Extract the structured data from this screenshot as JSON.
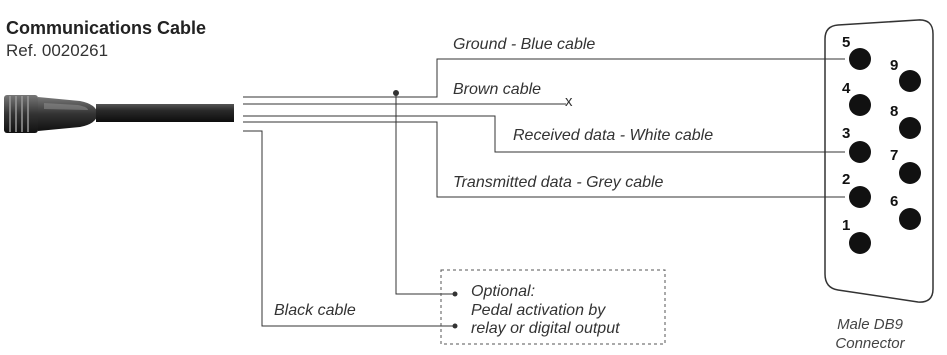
{
  "title": "Communications Cable",
  "ref": "Ref. 0020261",
  "wires": {
    "ground": "Ground - Blue cable",
    "brown": "Brown cable",
    "received": "Received data - White cable",
    "transmitted": "Transmitted data - Grey cable",
    "black": "Black cable"
  },
  "open_end_mark": "x",
  "optional_note": {
    "line1": "Optional:",
    "line2": "Pedal activation by",
    "line3": "relay or digital output"
  },
  "connector": {
    "line1": "Male DB9",
    "line2": "Connector",
    "pins": [
      "1",
      "2",
      "3",
      "4",
      "5",
      "6",
      "7",
      "8",
      "9"
    ]
  },
  "colors": {
    "wire": "#333333",
    "cable": "#1a1a1a",
    "pin": "#111111",
    "dashed_box": "#555555"
  }
}
